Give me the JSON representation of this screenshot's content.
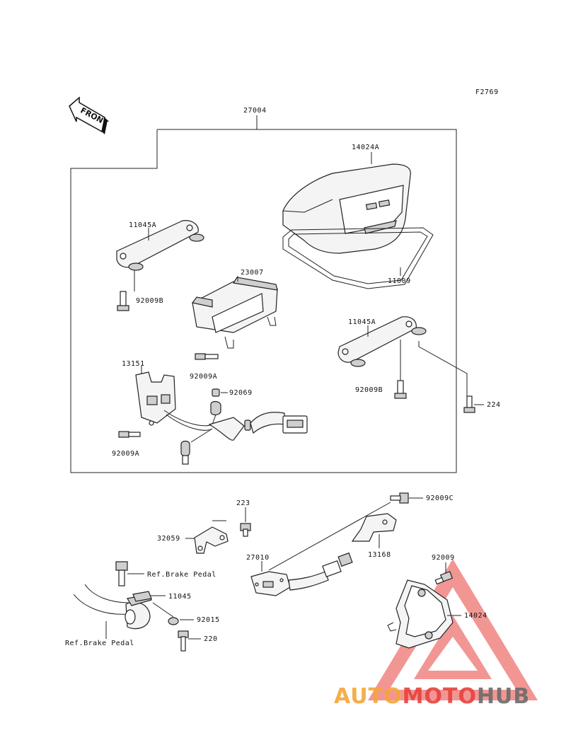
{
  "figure_code": "F2769",
  "front_label": "FRONT",
  "callouts": {
    "assembly": "27004",
    "cover": "14024A",
    "bracket_left": "11045A",
    "bracket_right": "11045A",
    "gasket": "11009",
    "holder": "23007",
    "bolt_b_left": "92009B",
    "bolt_b_right": "92009B",
    "bolt_a_upper": "92009A",
    "bolt_a_lower": "92009A",
    "harness": "13151",
    "bulb": "92069",
    "screw_224": "224",
    "screw_223": "223",
    "bolt_c": "92009C",
    "plate": "32059",
    "switch": "27010",
    "bracket_13168": "13168",
    "bolt_92009": "92009",
    "cover_14024": "14024",
    "ref_pedal_upper": "Ref.Brake Pedal",
    "collar": "11045",
    "nut": "92015",
    "bolt_220": "220",
    "ref_pedal_lower": "Ref.Brake Pedal"
  },
  "watermark": {
    "part1": "AUTO",
    "part2": "MOTO",
    "part3": "HUB",
    "color_orange": "#f6a53a",
    "color_red": "#e8413c",
    "color_grey": "#6b6b6b"
  }
}
